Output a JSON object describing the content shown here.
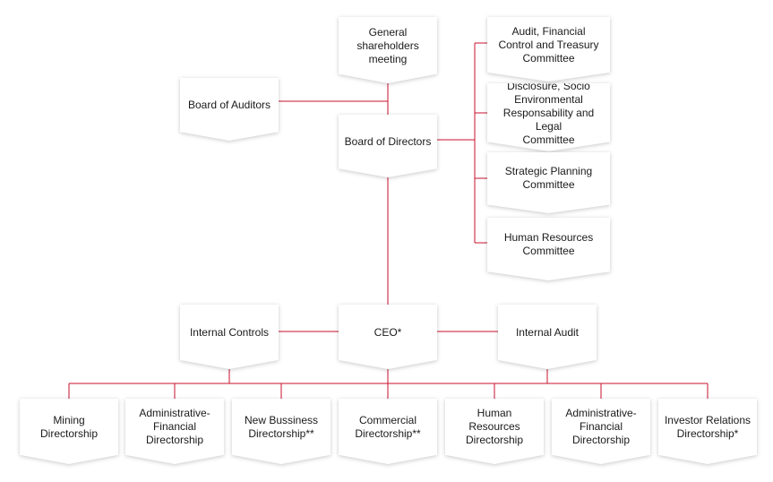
{
  "colors": {
    "line": "#c8102e",
    "box": "#ffffff"
  },
  "nodes": {
    "shareholders": "General\nshareholders\nmeeting",
    "auditors": "Board of Auditors",
    "directors": "Board of Directors",
    "audit_committee": "Audit, Financial\nControl and Treasury\nCommittee",
    "disclosure_committee": "Disclosure, Socio\nEnvironmental\nResponsability and Legal\nCommittee",
    "strategic_committee": "Strategic Planning\nCommittee",
    "hr_committee": "Human Resources\nCommittee",
    "internal_controls": "Internal Controls",
    "ceo": "CEO*",
    "internal_audit": "Internal Audit",
    "mining": "Mining\nDirectorship",
    "admin_fin_1": "Administrative-\nFinancial\nDirectorship",
    "new_business": "New Bussiness\nDirectorship**",
    "commercial": "Commercial\nDirectorship**",
    "human_resources": "Human Resources\nDirectorship",
    "admin_fin_2": "Administrative-\nFinancial\nDirectorship",
    "investor_relations": "Investor Relations\nDirectorship*"
  }
}
